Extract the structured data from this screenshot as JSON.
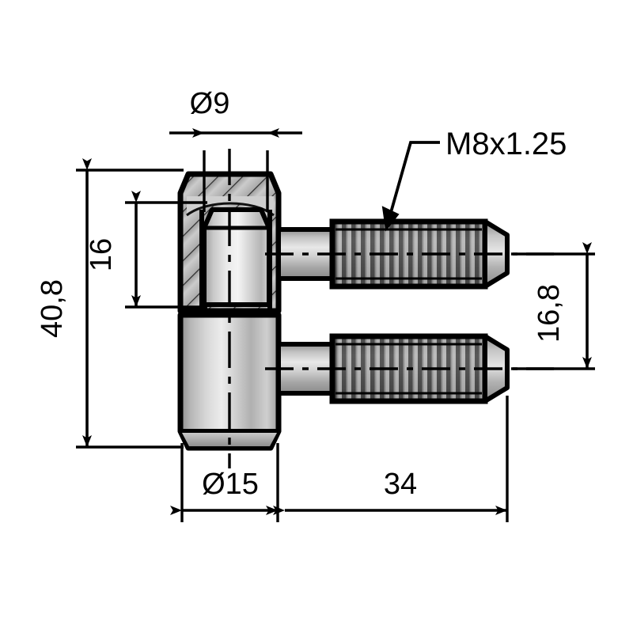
{
  "drawing": {
    "kind": "technical-drawing",
    "subject": "weld-on door hinge pin with M8 threaded studs",
    "background_color": "#ffffff",
    "line_color": "#000000",
    "metal_light": "#f2f2f2",
    "metal_mid": "#b9b9b9",
    "metal_dark": "#6e6e6e",
    "thread_dark": "#3a3a3a"
  },
  "dimensions": {
    "diameter_top": {
      "label": "Ø9",
      "value": "9",
      "symbol": "Ø",
      "orientation": "horizontal",
      "position": "top"
    },
    "overall_height": {
      "label": "40,8",
      "value": "40,8",
      "orientation": "vertical",
      "position": "far-left"
    },
    "upper_body_height": {
      "label": "16",
      "value": "16",
      "orientation": "vertical",
      "position": "inner-left"
    },
    "stud_spacing": {
      "label": "16,8",
      "value": "16,8",
      "orientation": "vertical",
      "position": "right"
    },
    "diameter_body": {
      "label": "Ø15",
      "value": "15",
      "symbol": "Ø",
      "orientation": "horizontal",
      "position": "bottom-left"
    },
    "stud_length": {
      "label": "34",
      "value": "34",
      "orientation": "horizontal",
      "position": "bottom-right"
    }
  },
  "annotations": {
    "thread_callout": {
      "label": "M8x1.25",
      "thread_spec": "M8x1.25",
      "leader": "arrow pointing to upper threaded stud"
    }
  }
}
